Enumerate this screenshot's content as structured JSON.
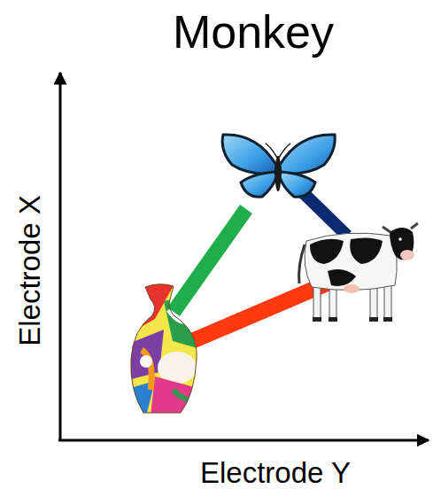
{
  "diagram": {
    "title": "Monkey",
    "labels": [
      "Electrode X",
      "Electrode Y"
    ]
  }
}
